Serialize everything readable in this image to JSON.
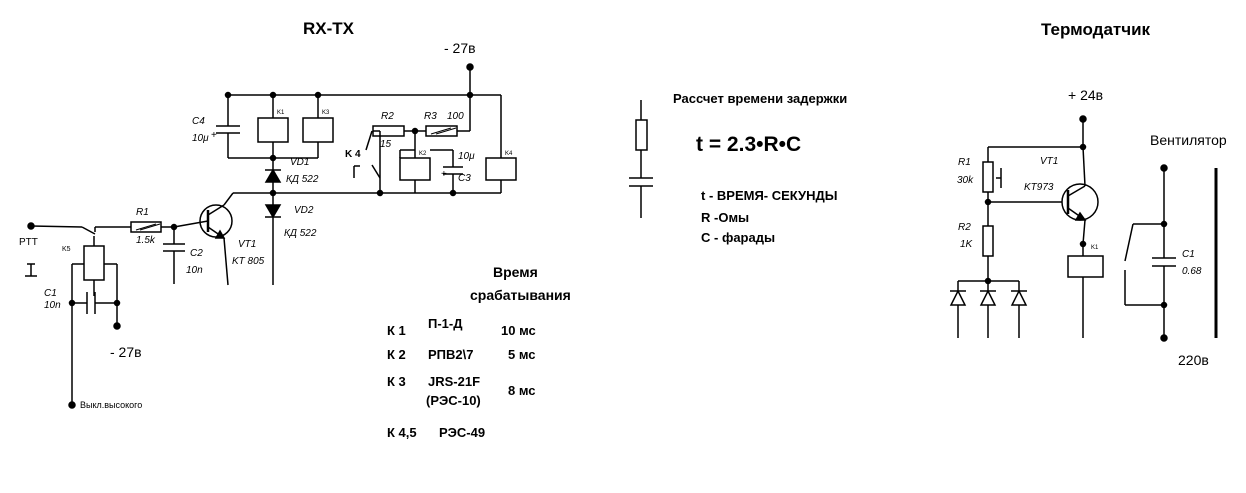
{
  "titles": {
    "rxtx": "RX-TX",
    "thermo": "Термодатчик",
    "delay": "Рассчет времени задержки",
    "resp_line1": "Время",
    "resp_line2": "срабатывания"
  },
  "formula": {
    "text": "t = 2.3•R•C",
    "legend": [
      "t  - ВРЕМЯ- СЕКУНДЫ",
      "R -Омы",
      "C - фарады"
    ]
  },
  "supplies": {
    "minus27_top": "- 27в",
    "minus27_bottom": "- 27в",
    "plus24": "+ 24в",
    "v220": "220в",
    "fan": "Вентилятор"
  },
  "rxtx_labels": {
    "ptt": "PTT",
    "k5": "K5",
    "c1": "C1",
    "c1_val": "10n",
    "r1": "R1",
    "r1_val": "1.5k",
    "c2": "C2",
    "c2_val": "10n",
    "vt1": "VT1",
    "vt1_type": "KT 805",
    "vd1": "VD1",
    "vd1_type": "КД 522",
    "vd2": "VD2",
    "vd2_type": "КД 522",
    "c4": "C4",
    "c4_val": "10μ",
    "k1": "K1",
    "k3": "K3",
    "k2": "K2",
    "k4_coil": "K4",
    "k4": "K 4",
    "r2": "R2",
    "r2_val": "15",
    "r3": "R3",
    "r3_val": "100",
    "c3": "C3",
    "c3_val": "10μ",
    "plus": "+",
    "off_high": "Выкл.высокого"
  },
  "relay_table": [
    {
      "name": "К 1",
      "type": "П-1-Д",
      "time": "10 мс"
    },
    {
      "name": "К 2",
      "type": "РПВ2\\7",
      "time": "5 мс"
    },
    {
      "name": "К 3",
      "type": "JRS-21F",
      "type2": "(РЭС-10)",
      "time": "8 мс"
    },
    {
      "name": "К 4,5",
      "type": "РЭС-49",
      "time": ""
    }
  ],
  "thermo_labels": {
    "r1": "R1",
    "r1_val": "30k",
    "r2": "R2",
    "r2_val": "1K",
    "vt1": "VT1",
    "vt1_type": "KT973",
    "k": "K1",
    "c1": "C1",
    "c1_val": "0.68"
  }
}
